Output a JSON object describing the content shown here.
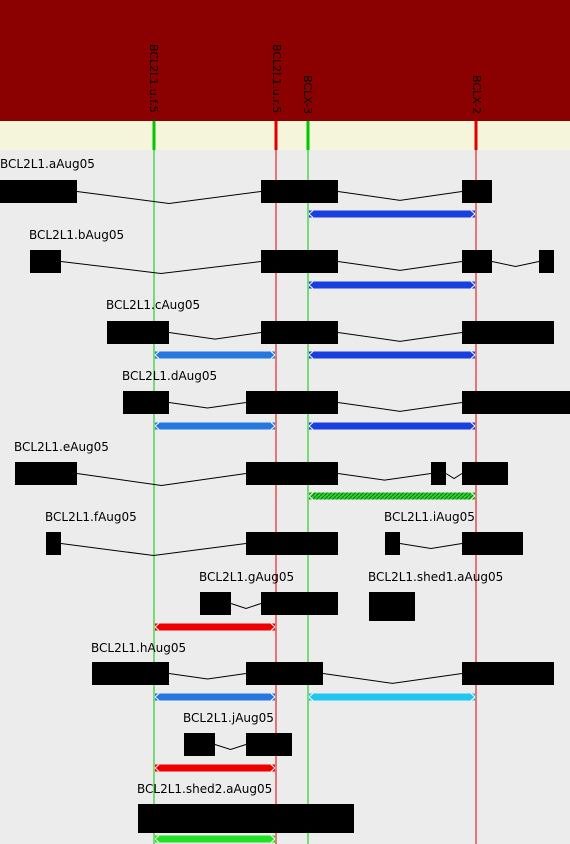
{
  "colors": {
    "header": "#8b0000",
    "ruler": "#f5f5dc",
    "background": "#ececec",
    "exon": "#000000",
    "primer_forward": "#00c800",
    "primer_reverse": "#e00000"
  },
  "primers": [
    {
      "id": "p1",
      "label": "BCL2L1.u.f.5",
      "kind": "forward"
    },
    {
      "id": "p2",
      "label": "BCL2L1.u.r.5",
      "kind": "reverse"
    },
    {
      "id": "p3",
      "label": "BCLX-3",
      "kind": "forward"
    },
    {
      "id": "p4",
      "label": "BCLX-2",
      "kind": "reverse"
    }
  ],
  "tracks": [
    {
      "id": "t1",
      "label": "BCL2L1.aAug05"
    },
    {
      "id": "t2",
      "label": "BCL2L1.bAug05"
    },
    {
      "id": "t3",
      "label": "BCL2L1.cAug05"
    },
    {
      "id": "t4",
      "label": "BCL2L1.dAug05"
    },
    {
      "id": "t5",
      "label": "BCL2L1.eAug05"
    },
    {
      "id": "t6",
      "label": "BCL2L1.fAug05"
    },
    {
      "id": "t7",
      "label": "BCL2L1.iAug05"
    },
    {
      "id": "t8",
      "label": "BCL2L1.gAug05"
    },
    {
      "id": "t9",
      "label": "BCL2L1.shed1.aAug05"
    },
    {
      "id": "t10",
      "label": "BCL2L1.hAug05"
    },
    {
      "id": "t11",
      "label": "BCL2L1.jAug05"
    },
    {
      "id": "t12",
      "label": "BCL2L1.shed2.aAug05"
    }
  ]
}
